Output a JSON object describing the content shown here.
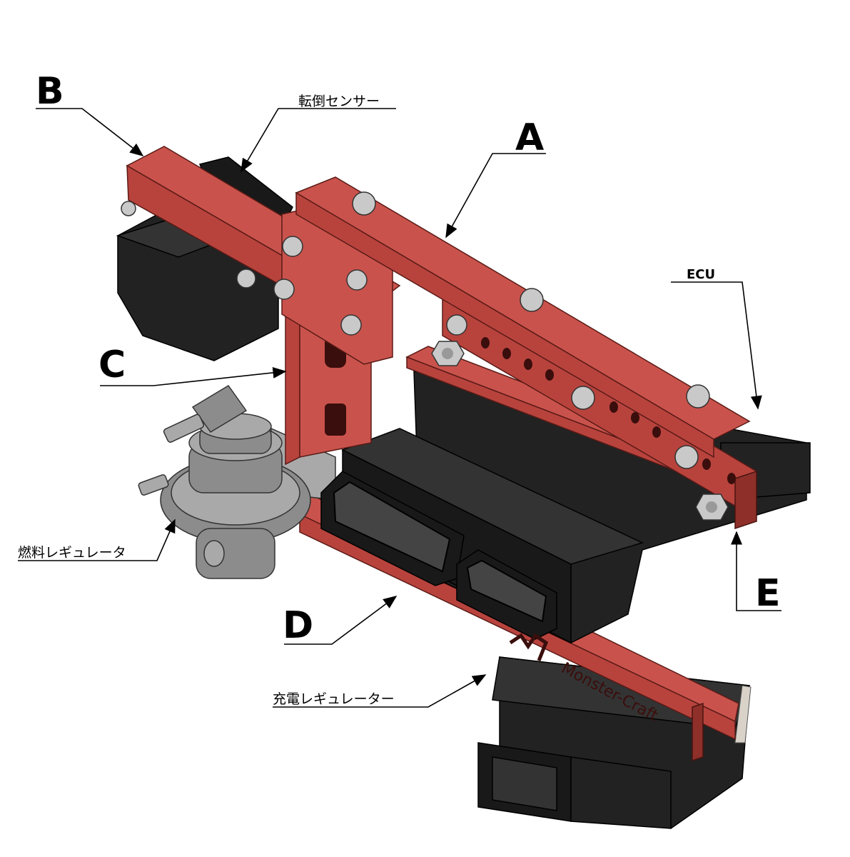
{
  "labels": {
    "a": "A",
    "b": "B",
    "c": "C",
    "d": "D",
    "e": "E",
    "ecu": "ECU",
    "tilt_sensor": "転倒センサー",
    "fuel_regulator": "燃料レギュレータ",
    "charge_regulator": "充電レギュレーター",
    "brand": "Monster-Craft"
  },
  "colors": {
    "bracket_red": "#b8433d",
    "component_black": "#222222",
    "metal_grey": "#8c8c8c"
  }
}
